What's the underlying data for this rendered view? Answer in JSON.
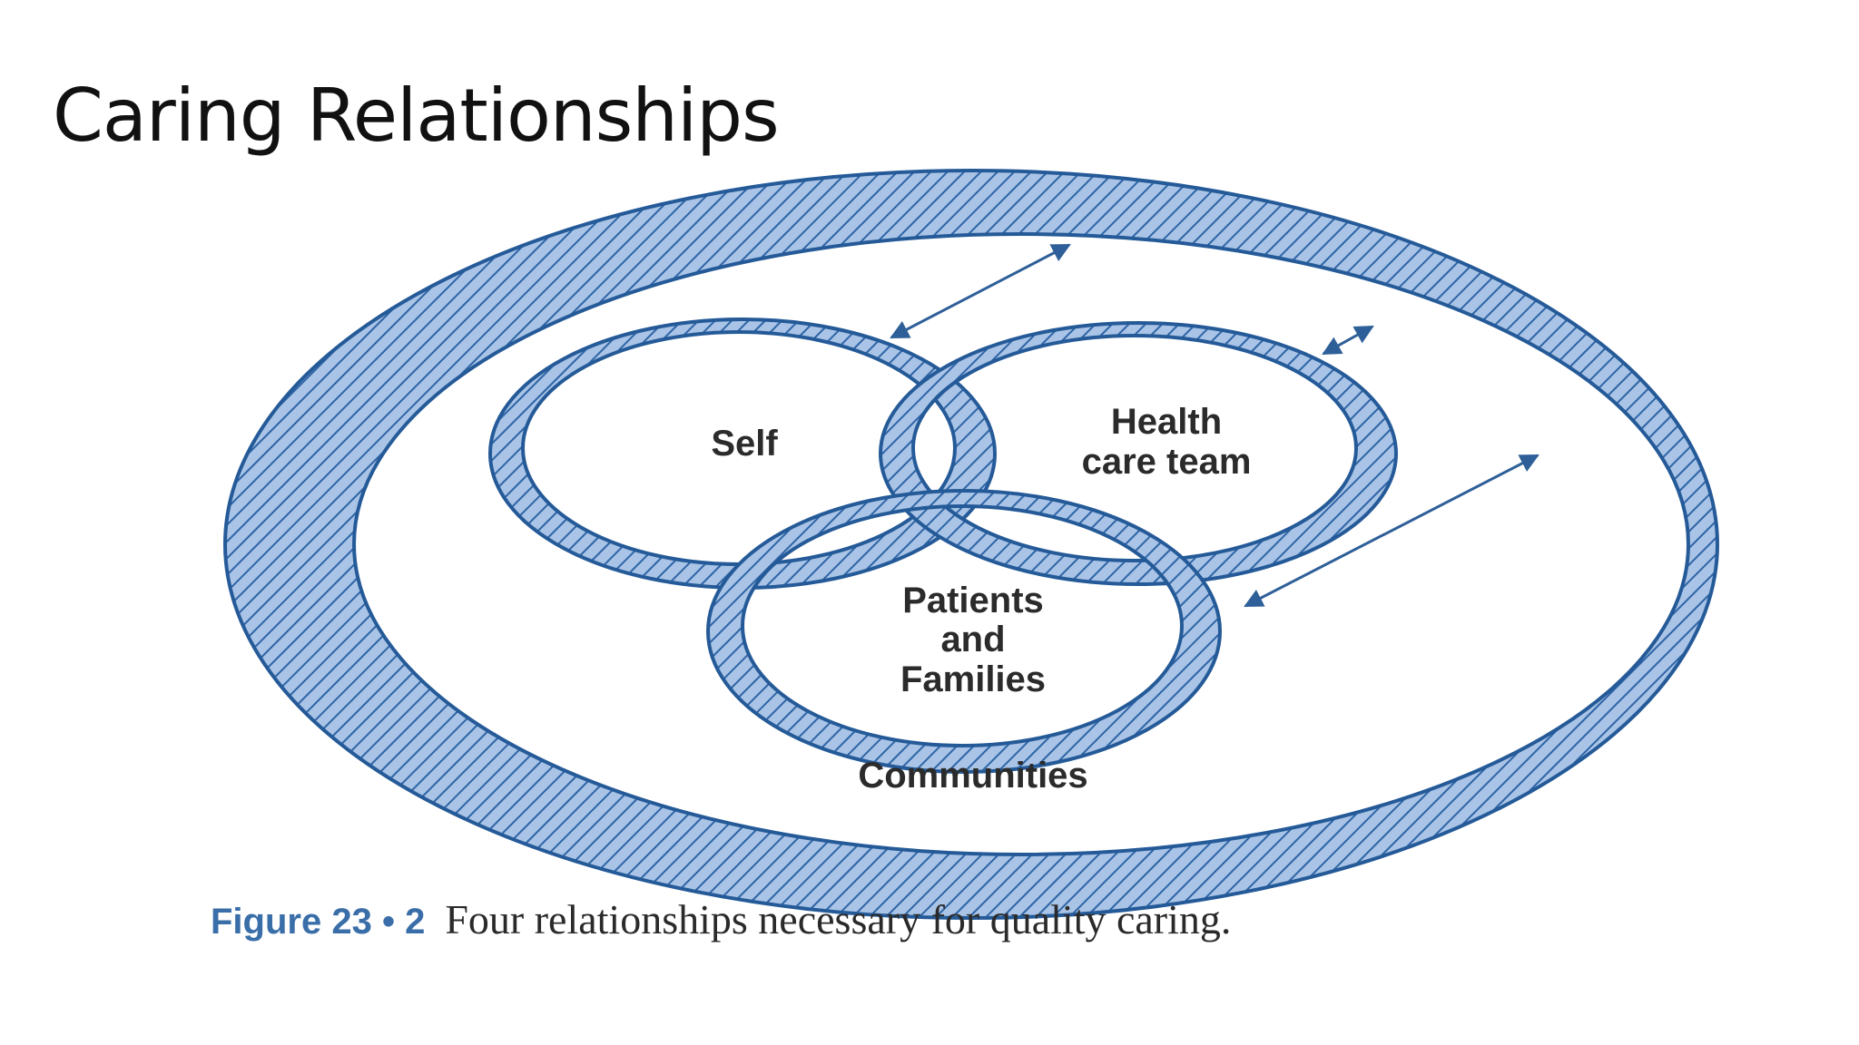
{
  "slide": {
    "title": "Caring Relationships"
  },
  "diagram": {
    "labels": {
      "self": "Self",
      "health_line1": "Health",
      "health_line2": "care team",
      "patients_line1": "Patients",
      "patients_line2": "and",
      "patients_line3": "Families",
      "communities": "Communities"
    },
    "colors": {
      "ring_fill": "#a9c4e6",
      "ring_hatch": "#2e64a6",
      "ring_outline": "#255a98",
      "arrow": "#2e5f98"
    }
  },
  "caption": {
    "label": "Figure 23 • 2",
    "text": "Four relationships necessary for quality caring."
  }
}
